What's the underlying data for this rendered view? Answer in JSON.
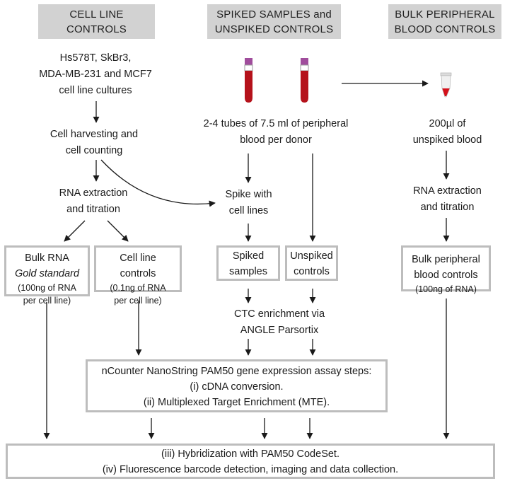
{
  "headers": {
    "cell_line": [
      "CELL LINE",
      "CONTROLS"
    ],
    "spiked": [
      "SPIKED SAMPLES and",
      "UNSPIKED CONTROLS"
    ],
    "bulk": [
      "BULK PERIPHERAL",
      "BLOOD CONTROLS"
    ]
  },
  "left": {
    "cultures": [
      "Hs578T, SkBr3,",
      "MDA-MB-231 and MCF7",
      "cell line cultures"
    ],
    "harvest": [
      "Cell harvesting and",
      "cell counting"
    ],
    "rna": [
      "RNA extraction",
      "and titration"
    ]
  },
  "middle": {
    "tubes": [
      "2-4 tubes of 7.5 ml of peripheral",
      "blood per donor"
    ],
    "spike": [
      "Spike with",
      "cell lines"
    ],
    "ctc": [
      "CTC enrichment via",
      "ANGLE Parsortix"
    ]
  },
  "right": {
    "blood": [
      "200µl of",
      "unspiked blood"
    ],
    "rna": [
      "RNA extraction",
      "and titration"
    ]
  },
  "boxes": {
    "bulk_rna": {
      "title": "Bulk RNA",
      "subtitle": "Gold standard",
      "note1": "(100ng of RNA",
      "note2": "per cell line)"
    },
    "cell_line_controls": {
      "title1": "Cell line",
      "title2": "controls",
      "note1": "(0.1ng of RNA",
      "note2": "per cell line)"
    },
    "spiked_samples": {
      "title1": "Spiked",
      "title2": "samples"
    },
    "unspiked_controls": {
      "title1": "Unspiked",
      "title2": "controls"
    },
    "bulk_peripheral": {
      "title1": "Bulk peripheral",
      "title2": "blood controls",
      "note": "(100ng of RNA)"
    },
    "ncounter": {
      "line1": "nCounter NanoString PAM50 gene expression assay steps:",
      "line2": "(i) cDNA conversion.",
      "line3": "(ii) Multiplexed Target Enrichment (MTE)."
    },
    "hybridization": {
      "line1": "(iii) Hybridization with PAM50 CodeSet.",
      "line2": "(iv) Fluorescence barcode detection, imaging and data collection."
    }
  },
  "colors": {
    "header_bg": "#d2d2d2",
    "box_border": "#bdbdbd",
    "tube_blood": "#b5121b",
    "tube_cap": "#a04d9c",
    "arrow": "#1a1a1a"
  },
  "icons": {
    "tube": "blood-tube-icon",
    "eppendorf": "eppendorf-tube-icon"
  }
}
